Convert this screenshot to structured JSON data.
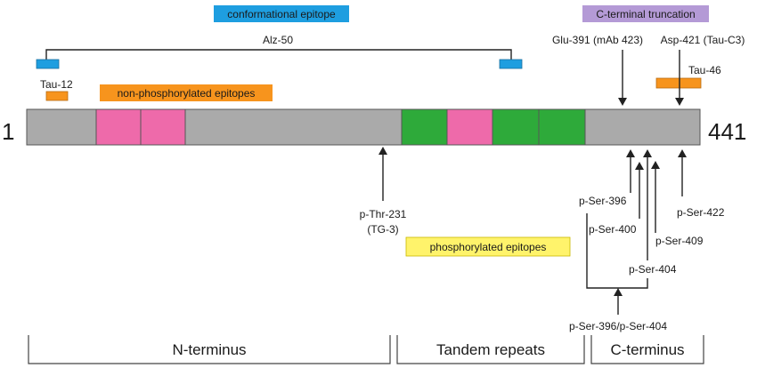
{
  "protein": {
    "start": "1",
    "end": "441"
  },
  "colors": {
    "domain_gray": "#aaaaaa",
    "domain_pink": "#ee6aaa",
    "domain_green": "#2eaa3a",
    "tag_blue": "#1e9ee0",
    "tag_purple": "#b49ad6",
    "tag_orange": "#f7941d",
    "tag_yellow": "#fff36b"
  },
  "tags": {
    "conformational": "conformational epitope",
    "c_terminal_truncation": "C-terminal truncation",
    "non_phosphorylated": "non-phosphorylated epitopes",
    "phosphorylated": "phosphorylated epitopes"
  },
  "labels": {
    "alz50": "Alz-50",
    "tau12": "Tau-12",
    "tau46": "Tau-46",
    "glu391": "Glu-391 (mAb 423)",
    "asp421": "Asp-421 (Tau-C3)",
    "thr231_line1": "p-Thr-231",
    "thr231_line2": "(TG-3)",
    "ser396": "p-Ser-396",
    "ser400": "p-Ser-400",
    "ser404": "p-Ser-404",
    "ser409": "p-Ser-409",
    "ser422": "p-Ser-422",
    "ser396_404": "p-Ser-396/p-Ser-404"
  },
  "sections": {
    "n_terminus": "N-terminus",
    "tandem_repeats": "Tandem repeats",
    "c_terminus": "C-terminus"
  }
}
